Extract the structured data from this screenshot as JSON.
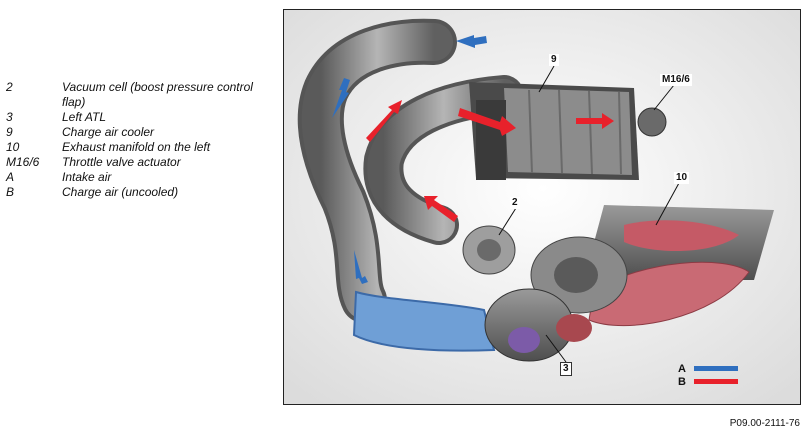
{
  "legend": [
    {
      "key": "2",
      "desc": "Vacuum cell (boost pressure control flap)"
    },
    {
      "key": "3",
      "desc": "Left ATL"
    },
    {
      "key": "9",
      "desc": "Charge air cooler"
    },
    {
      "key": "10",
      "desc": "Exhaust manifold on the left"
    },
    {
      "key": "M16/6",
      "desc": "Throttle valve actuator"
    },
    {
      "key": "A",
      "desc": "Intake air"
    },
    {
      "key": "B",
      "desc": "Charge air (uncooled)"
    }
  ],
  "callouts": {
    "c9": "9",
    "cM16": "M16/6",
    "c10": "10",
    "c2": "2",
    "c3": "3"
  },
  "flow_legend": {
    "a_label": "A",
    "b_label": "B",
    "a_color": "#2f6fbf",
    "b_color": "#e8212b"
  },
  "footer": "P09.00-2111-76"
}
